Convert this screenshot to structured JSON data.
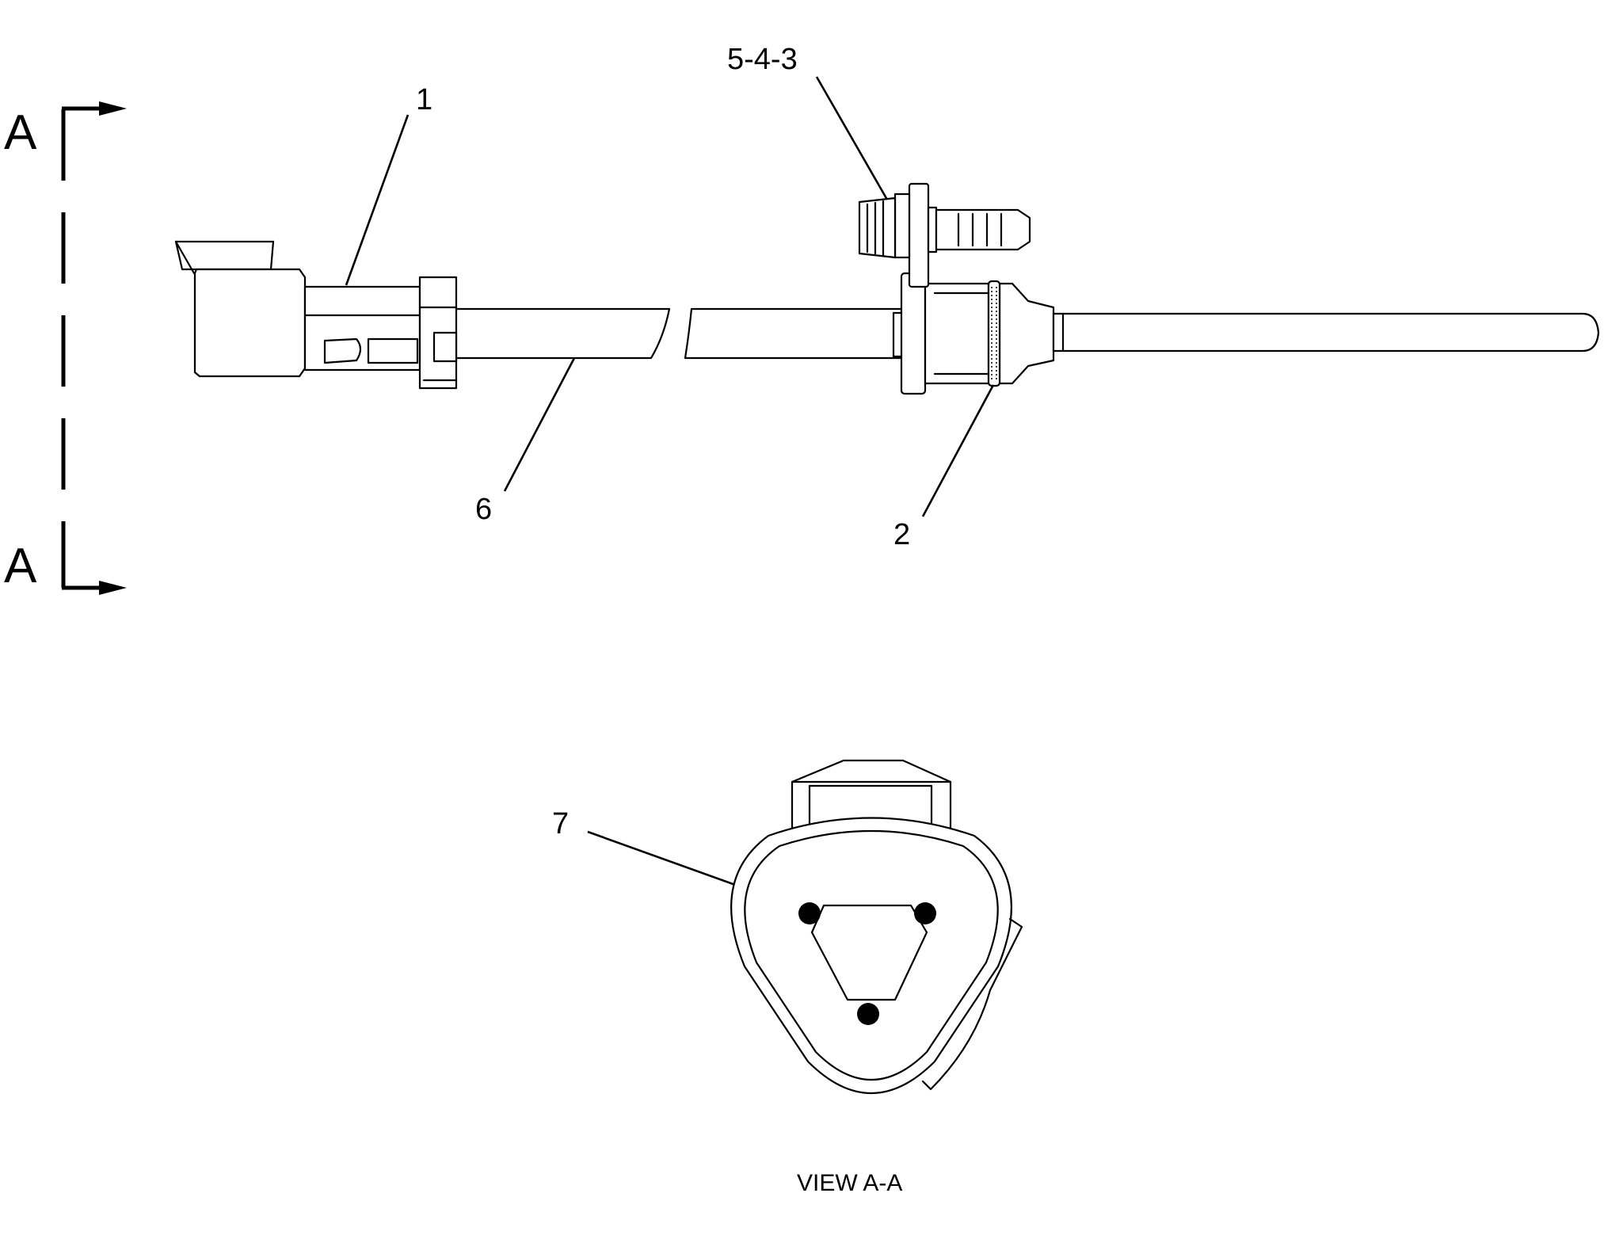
{
  "section_marker": {
    "top_letter": "A",
    "bottom_letter": "A"
  },
  "callouts": {
    "connector": "1",
    "o_ring": "2",
    "bracket_bolt": "5-4-3",
    "cable": "6",
    "terminal": "7"
  },
  "view_label": "VIEW A-A",
  "colors": {
    "line": "#000000",
    "background": "#ffffff"
  }
}
